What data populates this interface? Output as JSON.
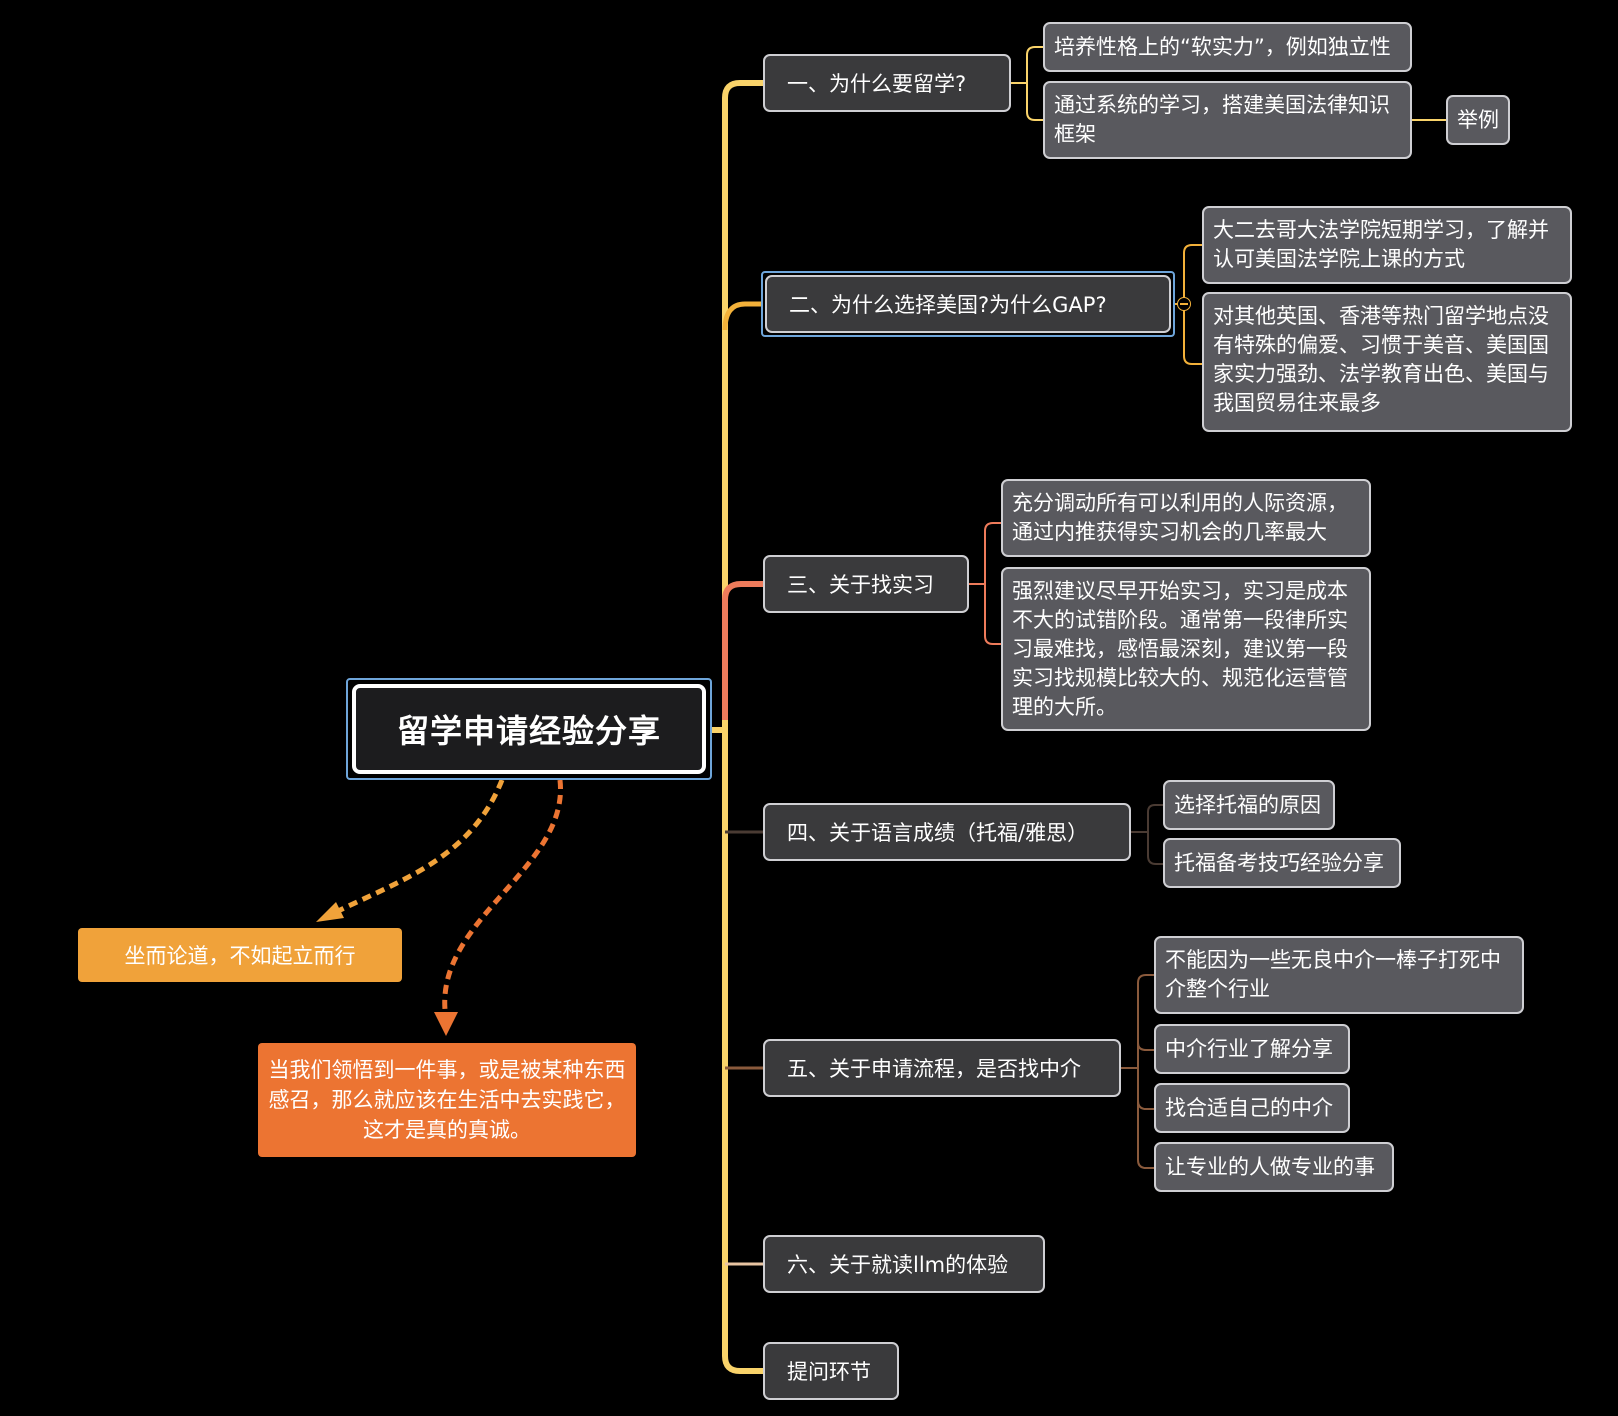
{
  "root": {
    "title": "留学申请经验分享"
  },
  "branches": [
    {
      "label": "一、为什么要留学?",
      "color": "#f9d36a",
      "children": [
        {
          "text": "培养性格上的“软实力”，例如独立性"
        },
        {
          "text": "通过系统的学习，搭建美国法律知识框架",
          "children": [
            {
              "text": "举例"
            }
          ]
        }
      ]
    },
    {
      "label": "二、为什么选择美国?为什么GAP?",
      "color": "#f3b13a",
      "children": [
        {
          "text": "大二去哥大法学院短期学习，了解并认可美国法学院上课的方式"
        },
        {
          "text": "对其他英国、香港等热门留学地点没有特殊的偏爱、习惯于美音、美国国家实力强劲、法学教育出色、美国与我国贸易往来最多"
        }
      ]
    },
    {
      "label": "三、关于找实习",
      "color": "#ee7b5b",
      "children": [
        {
          "text": "充分调动所有可以利用的人际资源，通过内推获得实习机会的几率最大"
        },
        {
          "text": "强烈建议尽早开始实习，实习是成本不大的试错阶段。通常第一段律所实习最难找，感悟最深刻，建议第一段实习找规模比较大的、规范化运营管理的大所。"
        }
      ]
    },
    {
      "label": "四、关于语言成绩（托福/雅思）",
      "color": "#4a3b33",
      "children": [
        {
          "text": "选择托福的原因"
        },
        {
          "text": "托福备考技巧经验分享"
        }
      ]
    },
    {
      "label": "五、关于申请流程，是否找中介",
      "color": "#8a5a3c",
      "children": [
        {
          "text": "不能因为一些无良中介一棒子打死中介整个行业"
        },
        {
          "text": "中介行业了解分享"
        },
        {
          "text": "找合适自己的中介"
        },
        {
          "text": "让专业的人做专业的事"
        }
      ]
    },
    {
      "label": "六、关于就读llm的体验",
      "color": "#e8c4a2",
      "children": []
    },
    {
      "label": "提问环节",
      "color": "#f9d36a",
      "children": []
    }
  ],
  "floating": [
    {
      "text": "坐而论道，不如起立而行",
      "color": "#f0a23a"
    },
    {
      "text": "当我们领悟到一件事，或是被某种东西感召，那么就应该在生活中去实践它，这才是真的真诚。",
      "color": "#ec7432"
    }
  ]
}
